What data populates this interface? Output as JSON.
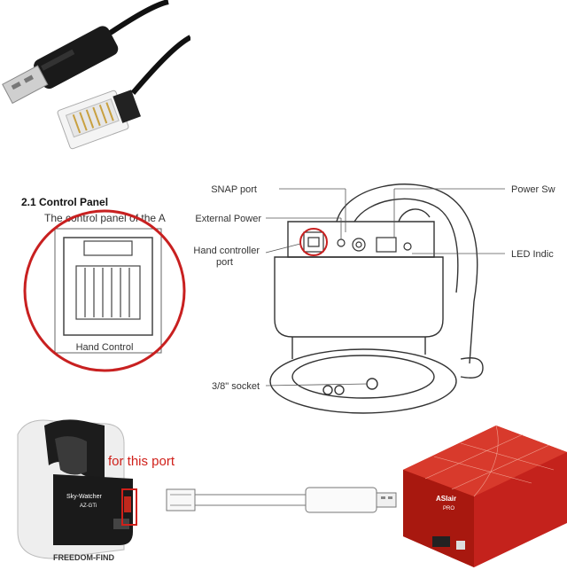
{
  "control_panel": {
    "heading": "2.1  Control Panel",
    "intro": "The control panel of the A",
    "inset_label": "Hand Control"
  },
  "diagram_labels": {
    "snap_port": "SNAP port",
    "external_power": "External Power",
    "hand_controller_port_line1": "Hand controller",
    "hand_controller_port_line2": "port",
    "socket": "3/8\" socket",
    "power_switch": "Power Sw",
    "led_indicator": "LED Indic"
  },
  "bottom": {
    "callout": "for this port",
    "mount_brand": "Sky-Watcher",
    "mount_model": "AZ-GTi",
    "mount_series": "FREEDOM-FIND",
    "device_brand": "ASIair",
    "device_model": "PRO"
  },
  "colors": {
    "callout_red": "#d0201a",
    "asiair_red": "#c4221c"
  }
}
